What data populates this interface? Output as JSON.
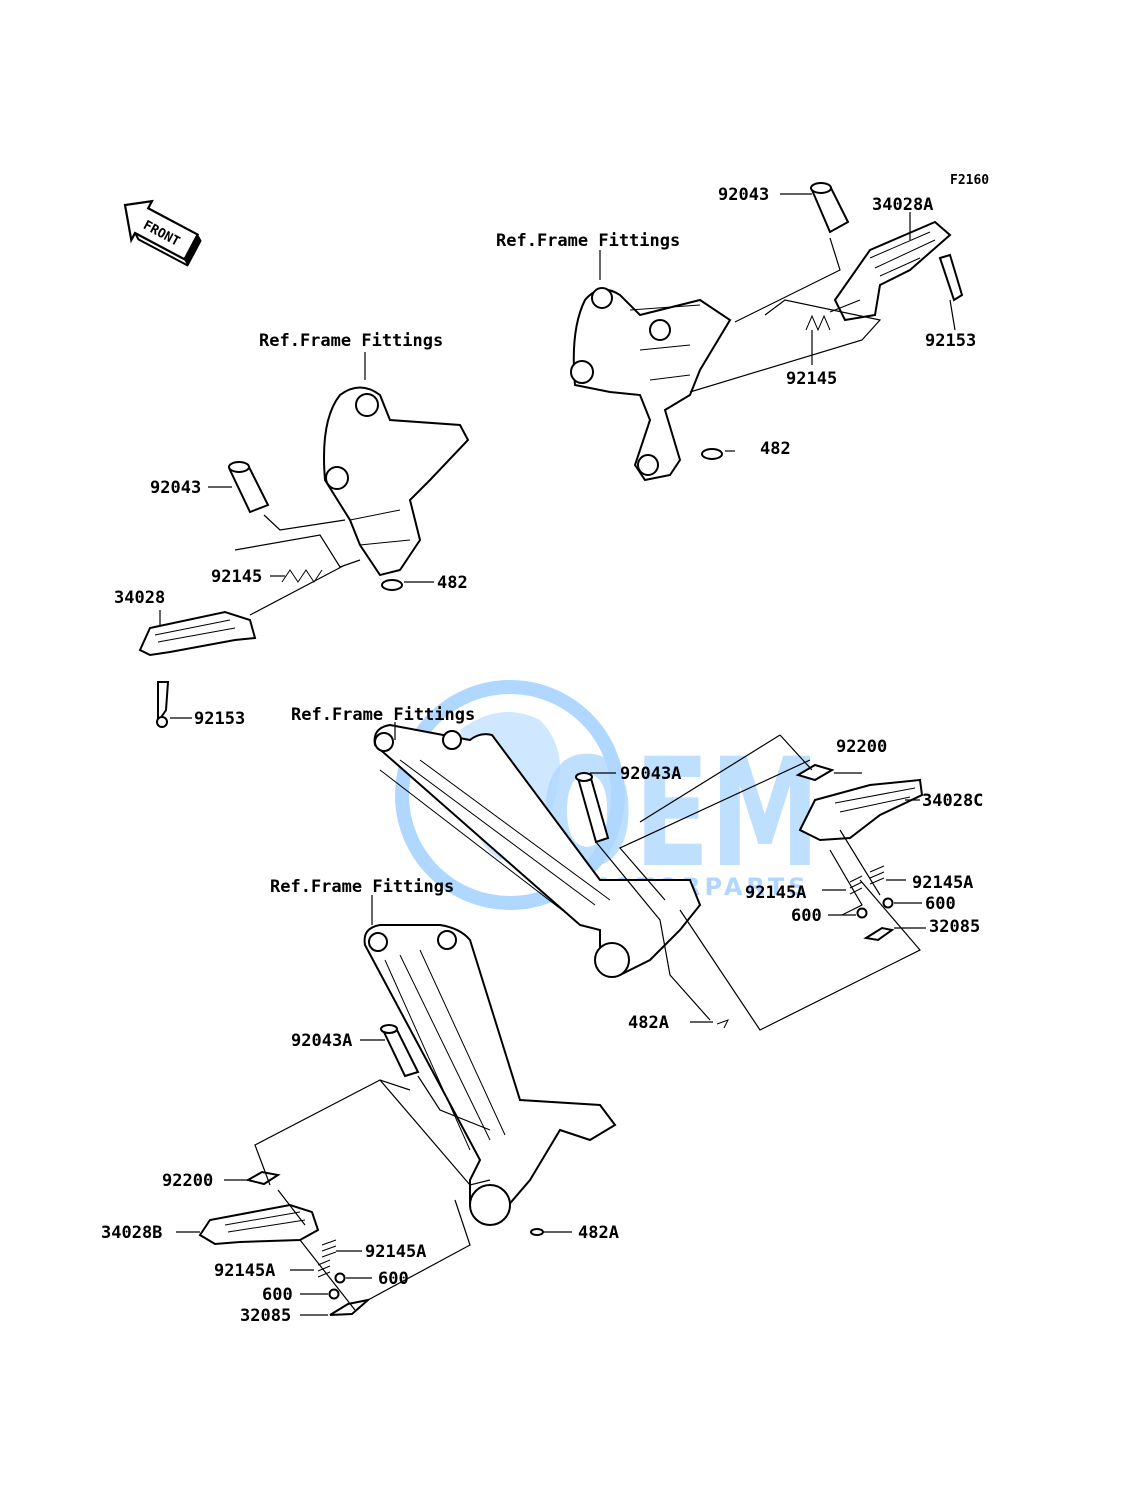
{
  "diagram_code": "F2160",
  "front_label": "FRONT",
  "watermark": {
    "brand": "OEM",
    "sub": "MOTORPARTS",
    "color": "#1e90ff"
  },
  "labels": {
    "rff_top": "Ref.Frame Fittings",
    "p92043_top": "92043",
    "p34028A": "34028A",
    "p92153_top": "92153",
    "p92145_top": "92145",
    "p482_top": "482",
    "rff_left": "Ref.Frame Fittings",
    "p92043_left": "92043",
    "p92145_left": "92145",
    "p482_left": "482",
    "p34028": "34028",
    "p92153_left": "92153",
    "rff_mid": "Ref.Frame Fittings",
    "p92043A_mid": "92043A",
    "p92200_right": "92200",
    "p34028C": "34028C",
    "p92145A_r1": "92145A",
    "p92145A_r2": "92145A",
    "p600_r1": "600",
    "p600_r2": "600",
    "p32085_right": "32085",
    "p482A_mid": "482A",
    "rff_low": "Ref.Frame Fittings",
    "p92043A_low": "92043A",
    "p92200_left": "92200",
    "p34028B": "34028B",
    "p92145A_l1": "92145A",
    "p92145A_l2": "92145A",
    "p600_l1": "600",
    "p600_l2": "600",
    "p32085_left": "32085",
    "p482A_low": "482A"
  }
}
